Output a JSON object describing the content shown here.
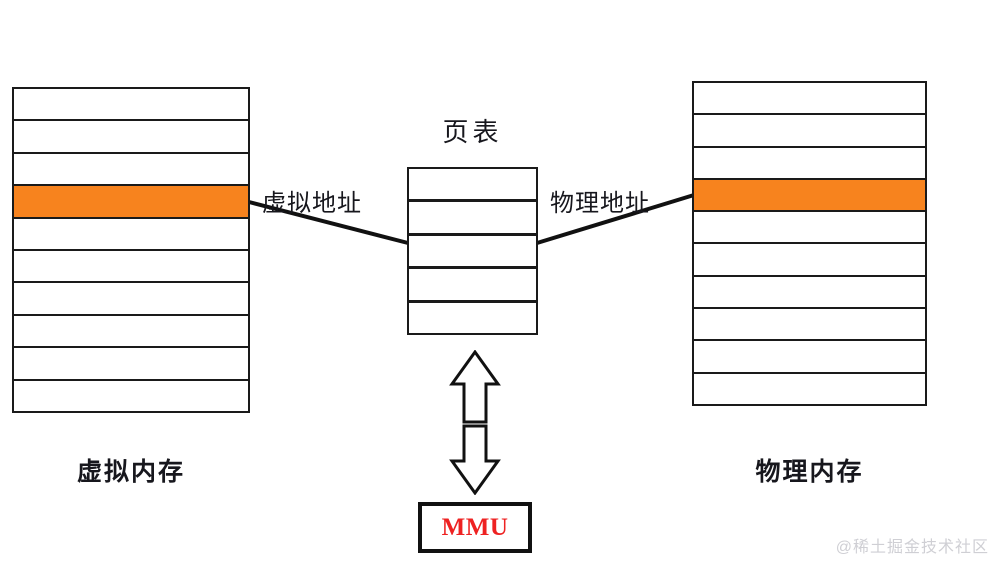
{
  "diagram": {
    "title_virtual": "虚拟内存",
    "title_physical": "物理内存",
    "title_page_table": "页表",
    "edge_virtual_address": "虚拟地址",
    "edge_physical_address": "物理地址",
    "mmu_label": "MMU",
    "watermark": "@稀土掘金技术社区"
  },
  "colors": {
    "highlight": "#F7831E",
    "stroke": "#1a1a1a",
    "mmu_text": "#ee2222",
    "background": "#ffffff",
    "watermark": "#cfcfd4"
  },
  "virtual_memory": {
    "rows": 10,
    "highlight_index": 3
  },
  "physical_memory": {
    "rows": 10,
    "highlight_index": 3
  },
  "page_table": {
    "rows": 5,
    "highlight_index": -1
  },
  "arrows": {
    "up": "arrow-up-outline",
    "down": "arrow-down-outline"
  }
}
